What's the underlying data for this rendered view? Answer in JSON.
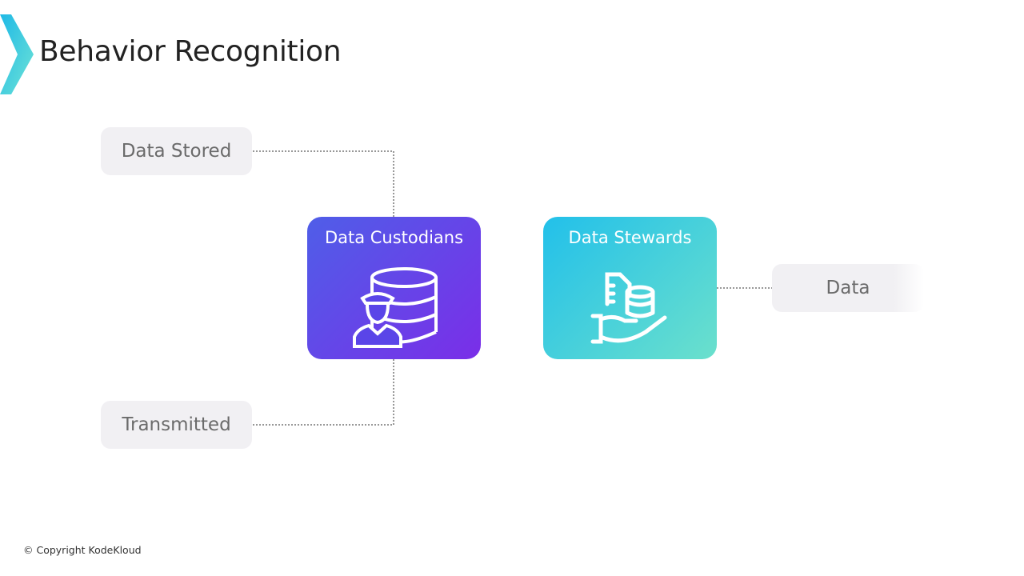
{
  "header": {
    "title": "Behavior Recognition"
  },
  "diagram": {
    "data_stored": "Data Stored",
    "transmitted": "Transmitted",
    "custodians": "Data Custodians",
    "stewards": "Data Stewards",
    "data": "Data"
  },
  "colors": {
    "custodians_from": "#4f5ee8",
    "custodians_to": "#7a2ee8",
    "stewards_from": "#22c0ea",
    "stewards_to": "#6be0cc"
  },
  "footer": {
    "copyright": "© Copyright KodeKloud"
  }
}
